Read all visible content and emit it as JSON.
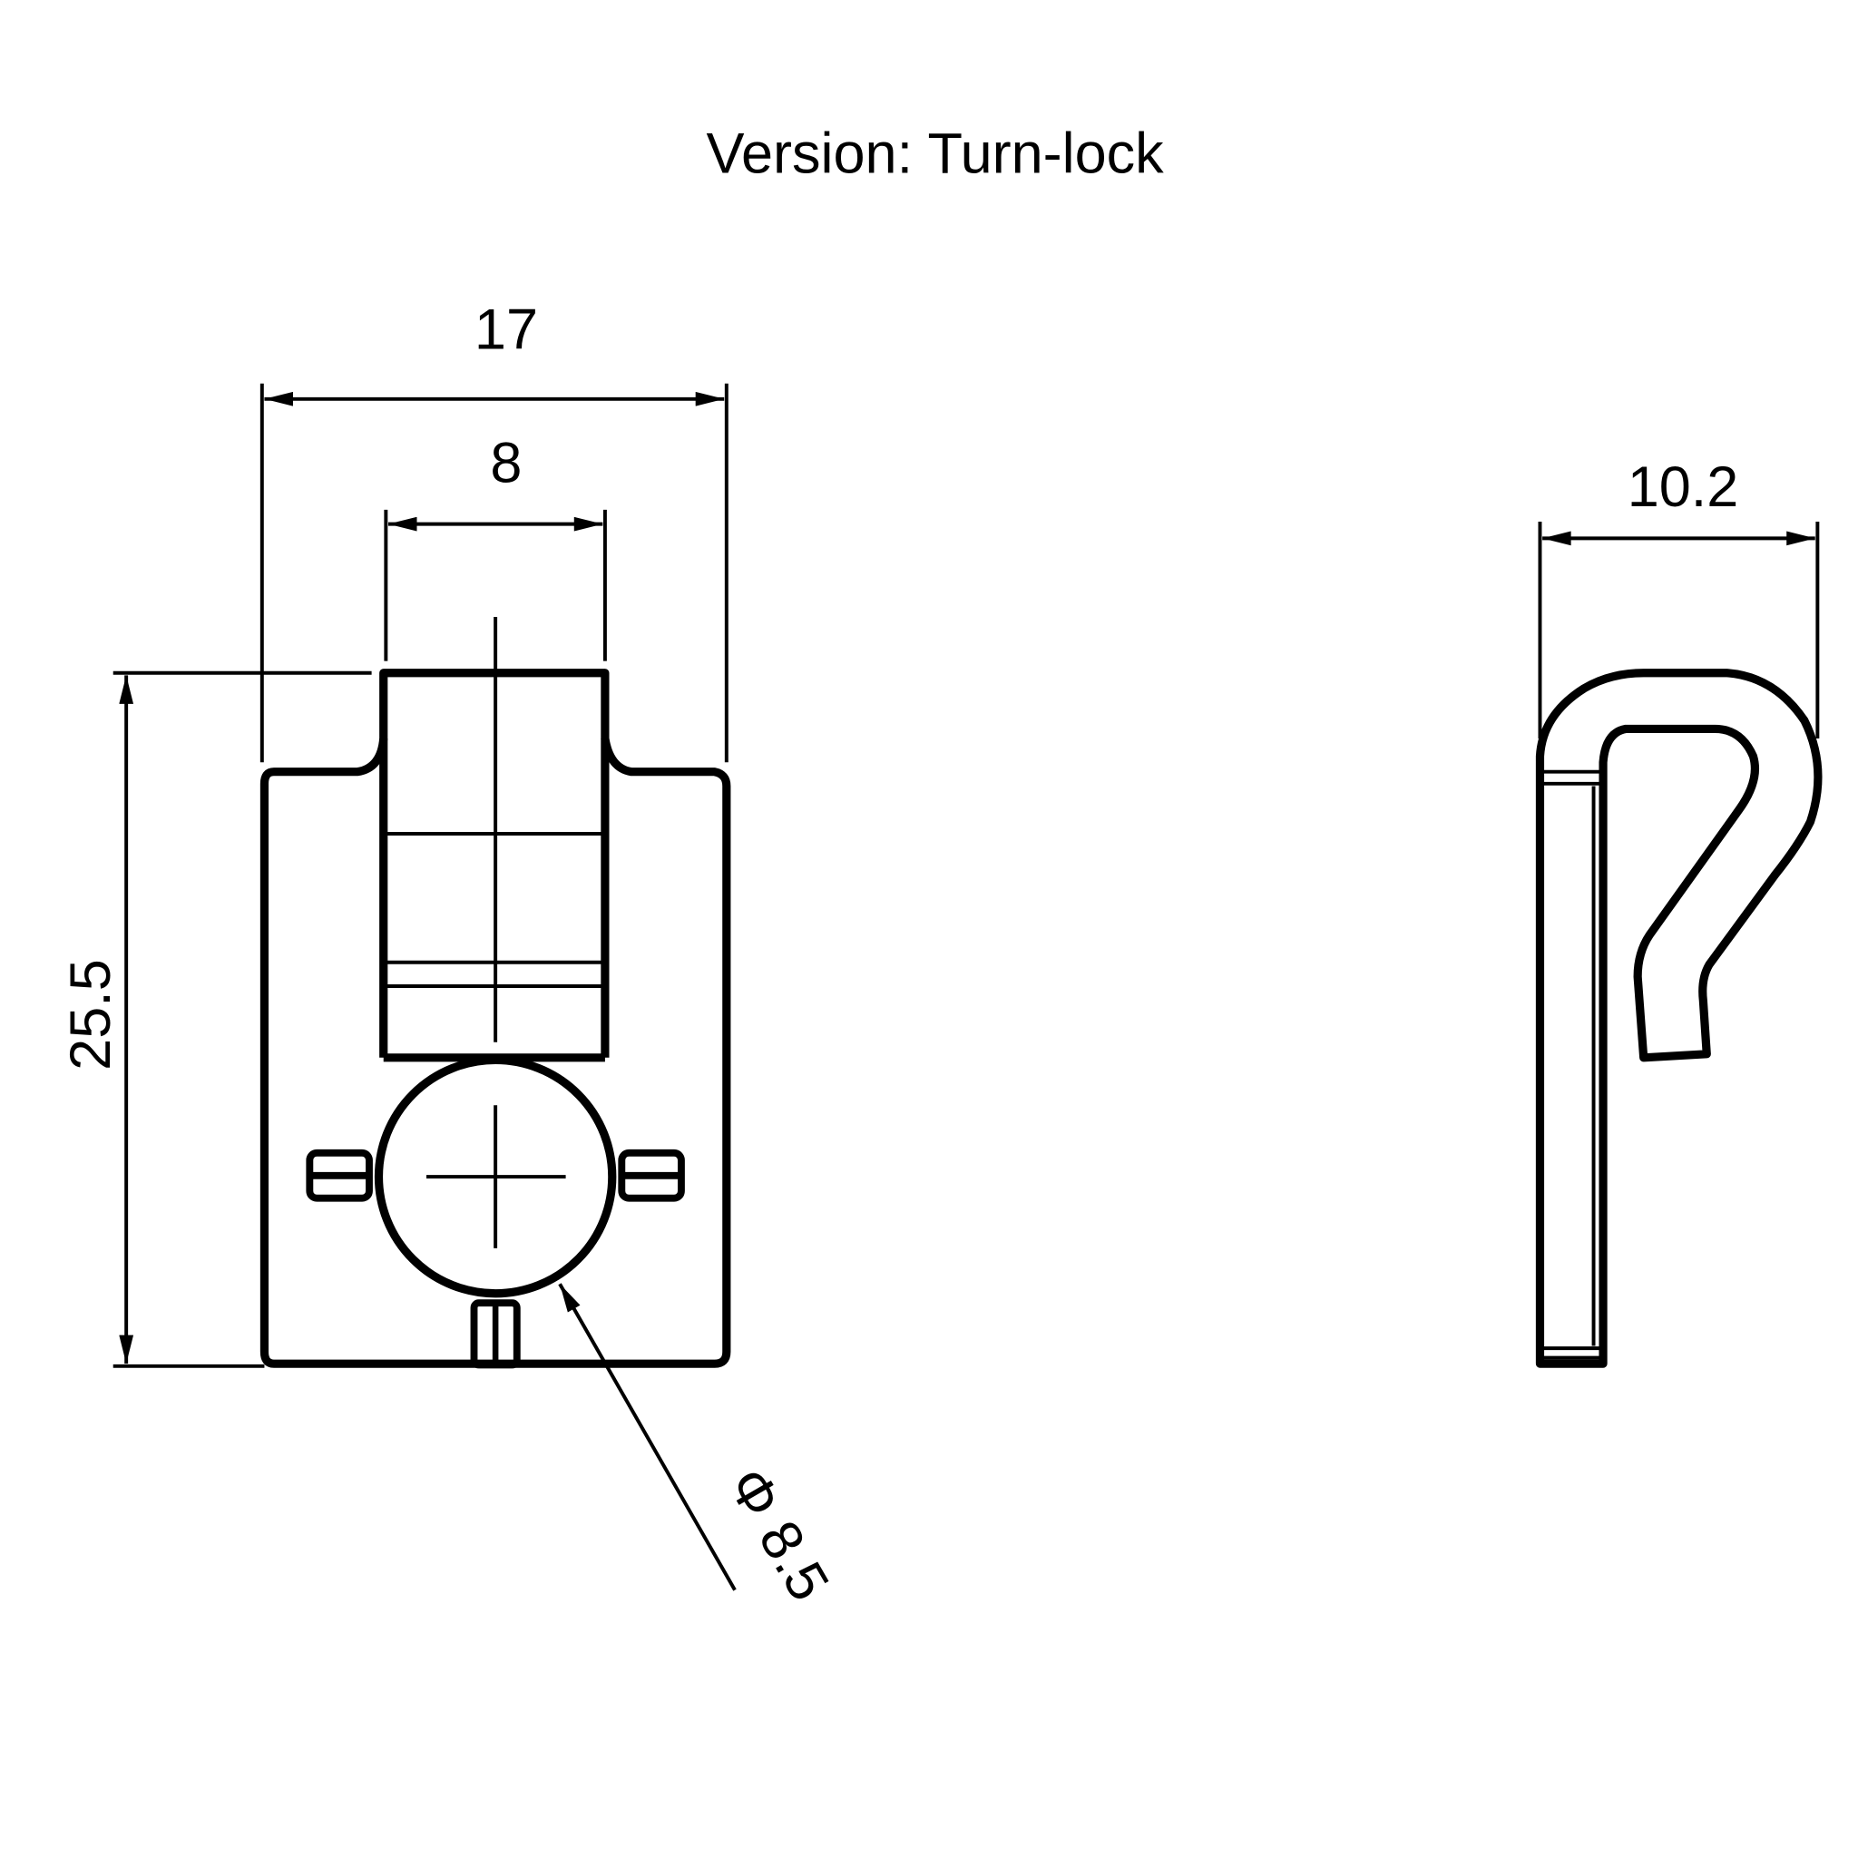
{
  "title": "Version: Turn-lock",
  "dimensions": {
    "overall_width": "17",
    "slot_width": "8",
    "height": "25.5",
    "diameter": "Φ 8.5",
    "side_depth": "10.2"
  }
}
